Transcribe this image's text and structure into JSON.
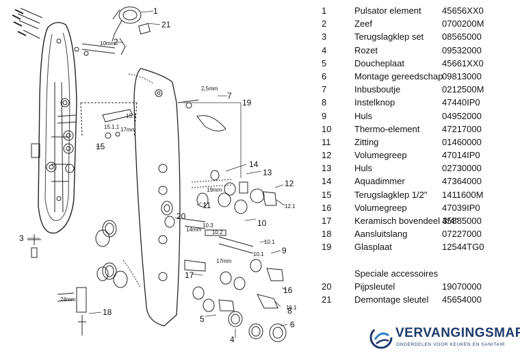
{
  "parts": [
    {
      "num": "1",
      "name": "Pulsator element",
      "code": "45656XX0"
    },
    {
      "num": "2",
      "name": "Zeef",
      "code": "0700200M"
    },
    {
      "num": "3",
      "name": "Terugslagklep set",
      "code": "08565000"
    },
    {
      "num": "4",
      "name": "Rozet",
      "code": "09532000"
    },
    {
      "num": "5",
      "name": "Doucheplaat",
      "code": "45661XX0"
    },
    {
      "num": "6",
      "name": "Montage gereedschap",
      "code": "09813000"
    },
    {
      "num": "7",
      "name": "Inbusboutje",
      "code": "0212500M"
    },
    {
      "num": "8",
      "name": "Instelknop",
      "code": "47440IP0"
    },
    {
      "num": "9",
      "name": "Huls",
      "code": "04952000"
    },
    {
      "num": "10",
      "name": "Thermo-element",
      "code": "47217000"
    },
    {
      "num": "11",
      "name": "Zitting",
      "code": "01460000"
    },
    {
      "num": "12",
      "name": "Volumegreep",
      "code": "47014IP0"
    },
    {
      "num": "13",
      "name": "Huls",
      "code": "02730000"
    },
    {
      "num": "14",
      "name": "Aquadimmer",
      "code": "47364000"
    },
    {
      "num": "15",
      "name": "Terugslagklep 1/2\"",
      "code": "1411600M"
    },
    {
      "num": "16",
      "name": "Volumegreep",
      "code": "47039IP0"
    },
    {
      "num": "17",
      "name": "Keramisch bovendeel 3/4\"",
      "code": "45885000"
    },
    {
      "num": "18",
      "name": "Aansluitslang",
      "code": "07227000"
    },
    {
      "num": "19",
      "name": "Glasplaat",
      "code": "12544TG0"
    }
  ],
  "accessories_title": "Speciale accessoires",
  "accessories": [
    {
      "num": "20",
      "name": "Pijpsleutel",
      "code": "19070000"
    },
    {
      "num": "21",
      "name": "Demontage sleutel",
      "code": "45654000"
    }
  ],
  "diagram_labels": {
    "c1": "1",
    "c2": "2",
    "c21": "21",
    "c7": "7",
    "c19": "19",
    "c15": "15",
    "c3": "3",
    "c18": "18",
    "c14": "14",
    "c13": "13",
    "c12": "12",
    "c12_1": "12.1",
    "c11": "11",
    "c20": "20",
    "c10": "10",
    "c10_1": "10.1",
    "c10_2": "10.2",
    "c10_3": "10.3",
    "c10_1b": "10.1",
    "c9": "9",
    "c17": "17",
    "c16": "16",
    "c16_1": "16.1",
    "c8": "8",
    "c5": "5",
    "c6": "6",
    "c4": "4",
    "c15_1": "15.1",
    "c15_1b": "15.1.1",
    "d10mm": "10mm",
    "d2_5mm": "2,5mm",
    "d17mm": "17mm",
    "d19mm": "19mm",
    "d14mm": "14mm",
    "d17mm_b": "17mm",
    "d24mm": "24mm"
  },
  "brand": {
    "name_part1": "VERVANGINGS",
    "name_part2": "MARKT",
    "tagline": "ONDERDELEN VOOR KEUKEN EN SANITAIR",
    "color": "#1b3a6b"
  }
}
